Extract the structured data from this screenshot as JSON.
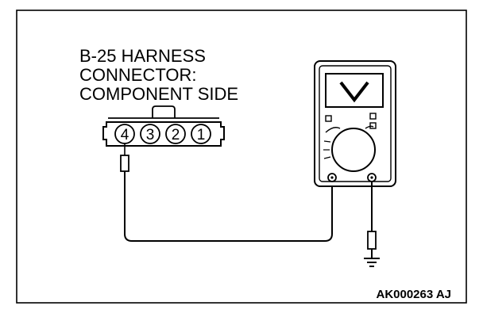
{
  "connector": {
    "title_lines": [
      "B-25 HARNESS",
      "CONNECTOR:",
      "COMPONENT SIDE"
    ],
    "pins": [
      "4",
      "3",
      "2",
      "1"
    ]
  },
  "meter": {
    "display_symbol": "V"
  },
  "figure_code": "AK000263 AJ"
}
